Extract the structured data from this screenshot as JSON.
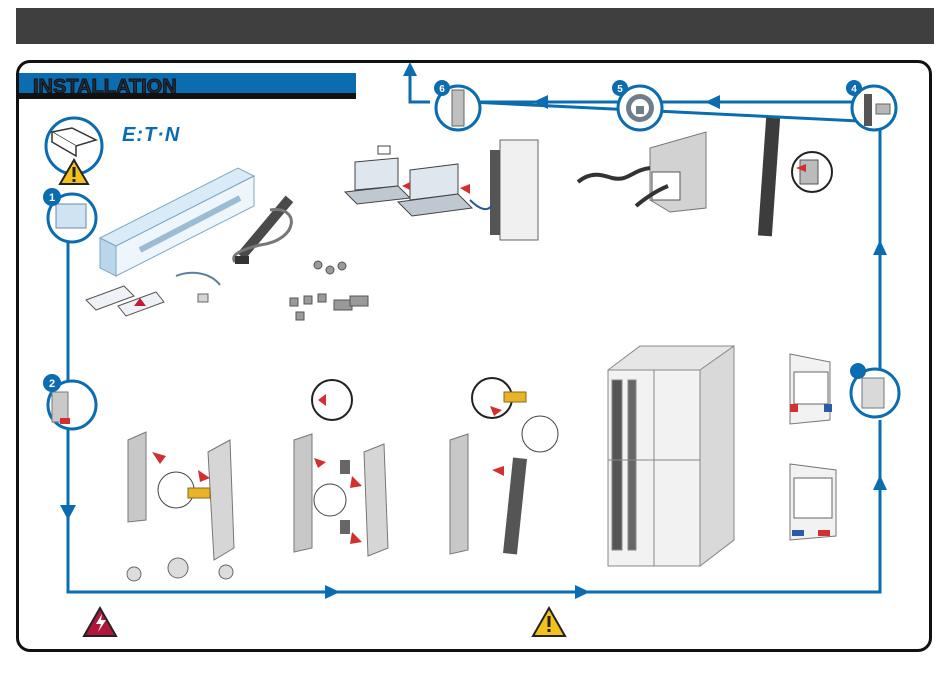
{
  "header": {
    "title": "INSTALLATION"
  },
  "brand": {
    "logo_text": "E:T·N"
  },
  "steps": [
    {
      "number": "1"
    },
    {
      "number": "2"
    },
    {
      "number": "4"
    },
    {
      "number": "5"
    },
    {
      "number": "6"
    }
  ],
  "icons": {
    "manual": "manual-book-icon",
    "caution": "warning-triangle-icon",
    "shock": "electric-shock-warning-icon",
    "power": "power-plug-icon"
  },
  "colors": {
    "flow_blue": "#0b6cb0",
    "bar_gray": "#3f3f3f",
    "shock_red": "#b0163c",
    "caution_yellow": "#f2c21b"
  }
}
